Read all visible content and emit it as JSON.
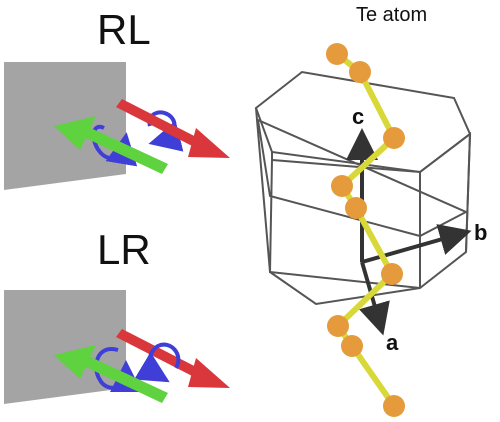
{
  "labels": {
    "rl": "RL",
    "lr": "LR",
    "te_atom": "Te atom",
    "axis_c": "c",
    "axis_b": "b",
    "axis_a": "a"
  },
  "colors": {
    "block": "#a4a4a4",
    "red_arrow": "#d9373b",
    "green_arrow": "#5ed23f",
    "blue_rotation": "#3f3fd8",
    "atom": "#e59a3b",
    "bond": "#d8d838",
    "cell": "#555555",
    "axis": "#333333"
  },
  "icons": [
    "rotation-arrow-icon"
  ]
}
